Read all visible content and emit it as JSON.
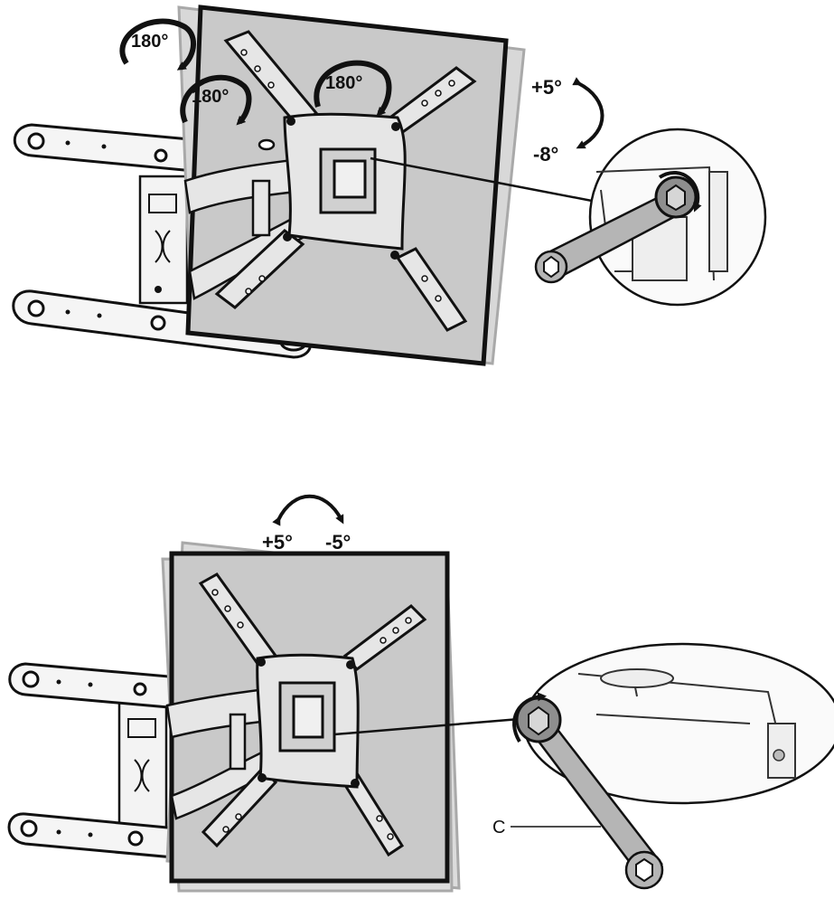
{
  "figure_top": {
    "rotation_labels": [
      "180°",
      "180°",
      "180°"
    ],
    "tilt_up": "+5°",
    "tilt_down": "-8°"
  },
  "figure_bottom": {
    "level_left": "+5°",
    "level_right": "-5°",
    "callout_c": "C"
  },
  "colors": {
    "panel_fill": "#c9c9c9",
    "ghost_stroke": "#a9a9a9",
    "line": "#111111",
    "bracket_fill": "#e6e6e6",
    "wrench_fill": "#b5b5b5"
  }
}
